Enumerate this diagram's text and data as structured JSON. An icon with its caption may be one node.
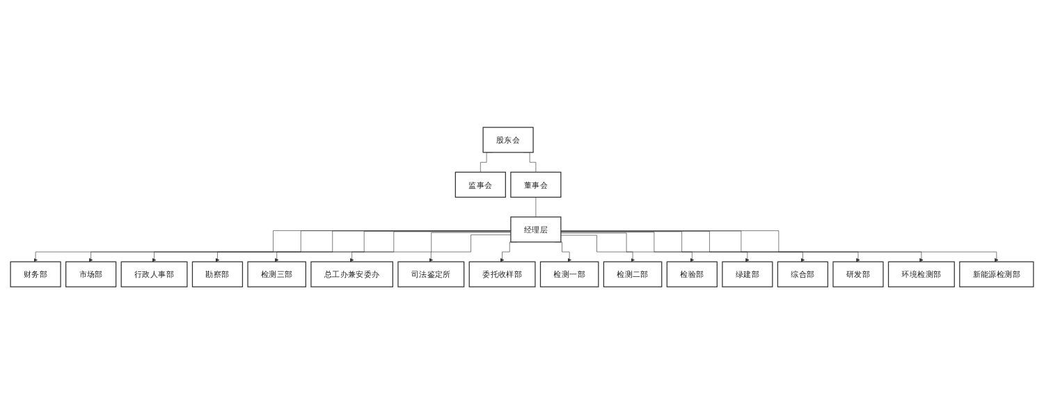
{
  "diagram": {
    "nodes": [
      {
        "text": [
          "股东会"
        ]
      },
      {
        "text": [
          "监事会"
        ]
      },
      {
        "text": [
          "董事会"
        ]
      },
      {
        "text": [
          "经理层"
        ]
      },
      {
        "text": [
          "财务部"
        ]
      },
      {
        "text": [
          "市场部"
        ]
      },
      {
        "text": [
          "行政人事部"
        ]
      },
      {
        "text": [
          "勘察部"
        ]
      },
      {
        "text": [
          "检测三部"
        ]
      },
      {
        "text": [
          "总工办兼安委办"
        ]
      },
      {
        "text": [
          "司法鉴定所"
        ]
      },
      {
        "text": [
          "委托收样部"
        ]
      },
      {
        "text": [
          "检测一部"
        ]
      },
      {
        "text": [
          "检测二部"
        ]
      },
      {
        "text": [
          "检验部"
        ]
      },
      {
        "text": [
          "绿建部"
        ]
      },
      {
        "text": [
          "综合部"
        ]
      },
      {
        "text": [
          "研发部"
        ]
      },
      {
        "text": [
          "环境检测部"
        ]
      },
      {
        "text": [
          "新能源检测部"
        ]
      }
    ],
    "edges": [
      {
        "from": 0,
        "to": 2,
        "arrow": "none"
      },
      {
        "from": 0,
        "to": 1,
        "arrow": "none"
      },
      {
        "from": 2,
        "to": 3,
        "arrow": "none"
      },
      {
        "from": 3,
        "to": 4,
        "arrow": "to"
      },
      {
        "from": 3,
        "to": 5,
        "arrow": "to"
      },
      {
        "from": 3,
        "to": 6,
        "arrow": "to"
      },
      {
        "from": 3,
        "to": 7,
        "arrow": "to"
      },
      {
        "from": 3,
        "to": 8,
        "arrow": "to"
      },
      {
        "from": 3,
        "to": 9,
        "arrow": "to"
      },
      {
        "from": 3,
        "to": 10,
        "arrow": "to"
      },
      {
        "from": 3,
        "to": 11,
        "arrow": "to"
      },
      {
        "from": 3,
        "to": 12,
        "arrow": "to"
      },
      {
        "from": 3,
        "to": 13,
        "arrow": "to"
      },
      {
        "from": 3,
        "to": 14,
        "arrow": "to"
      },
      {
        "from": 3,
        "to": 15,
        "arrow": "to"
      },
      {
        "from": 3,
        "to": 16,
        "arrow": "to"
      },
      {
        "from": 3,
        "to": 17,
        "arrow": "to"
      },
      {
        "from": 3,
        "to": 18,
        "arrow": "to"
      },
      {
        "from": 3,
        "to": 19,
        "arrow": "to"
      }
    ]
  }
}
